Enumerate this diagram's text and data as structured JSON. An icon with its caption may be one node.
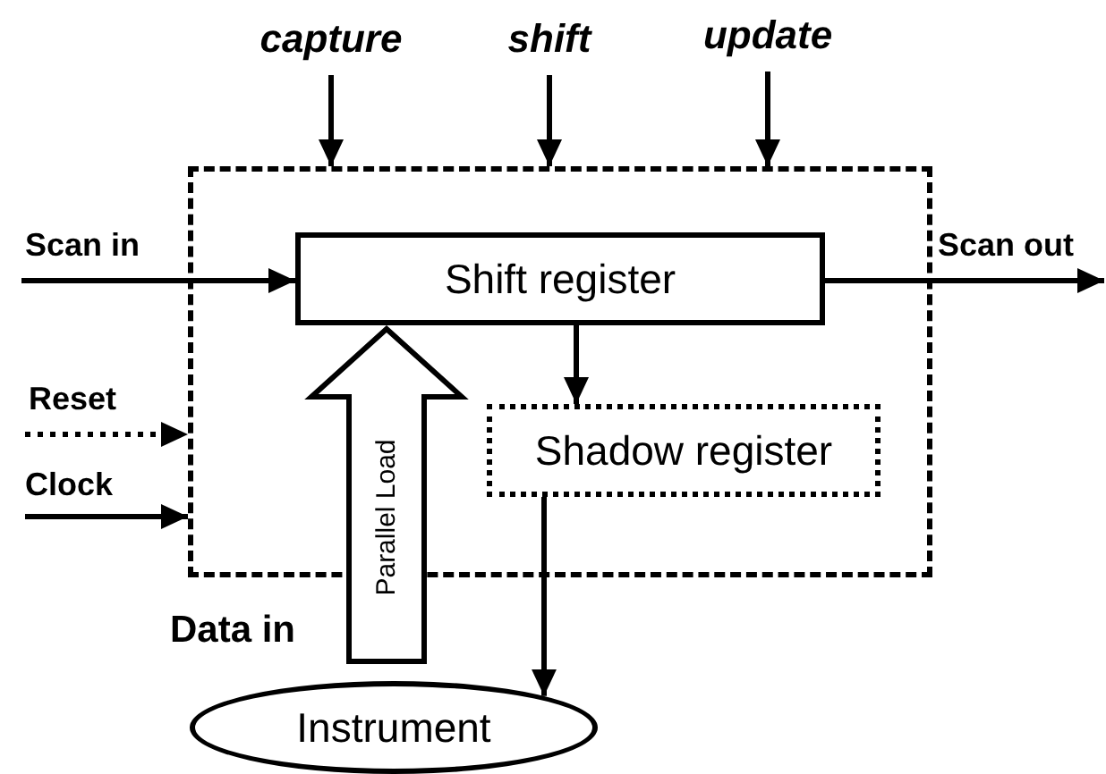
{
  "diagram": {
    "nodes": [
      {
        "text": [],
        "shape": "box"
      },
      {
        "text": [
          "Shift register"
        ],
        "in": 0
      },
      {
        "text": [
          "Shadow register"
        ],
        "in": 0
      },
      {
        "text": [
          "Instrument"
        ]
      },
      {
        "text": [
          "capture"
        ]
      },
      {
        "text": [
          "shift"
        ]
      },
      {
        "text": [
          "update"
        ]
      }
    ],
    "edges": [
      {
        "from": 4,
        "to": 0,
        "arrow": "to"
      },
      {
        "from": 5,
        "to": 0,
        "arrow": "to"
      },
      {
        "from": 6,
        "to": 0,
        "arrow": "to"
      },
      {
        "from": null,
        "to": 1,
        "arrow": "to",
        "label": "Scan in"
      },
      {
        "from": 1,
        "to": null,
        "arrow": "to",
        "label": "Scan out"
      },
      {
        "from": null,
        "to": 0,
        "arrow": "to",
        "label": "Reset",
        "style": "dashed"
      },
      {
        "from": null,
        "to": 0,
        "arrow": "to",
        "label": "Clock"
      },
      {
        "from": null,
        "to": 1,
        "arrow": "to",
        "label": "Parallel Load",
        "style": "thick"
      },
      {
        "from": 1,
        "to": 2,
        "arrow": "to"
      },
      {
        "from": 2,
        "to": 3,
        "arrow": "to"
      }
    ],
    "labels": [
      "Data in"
    ]
  }
}
